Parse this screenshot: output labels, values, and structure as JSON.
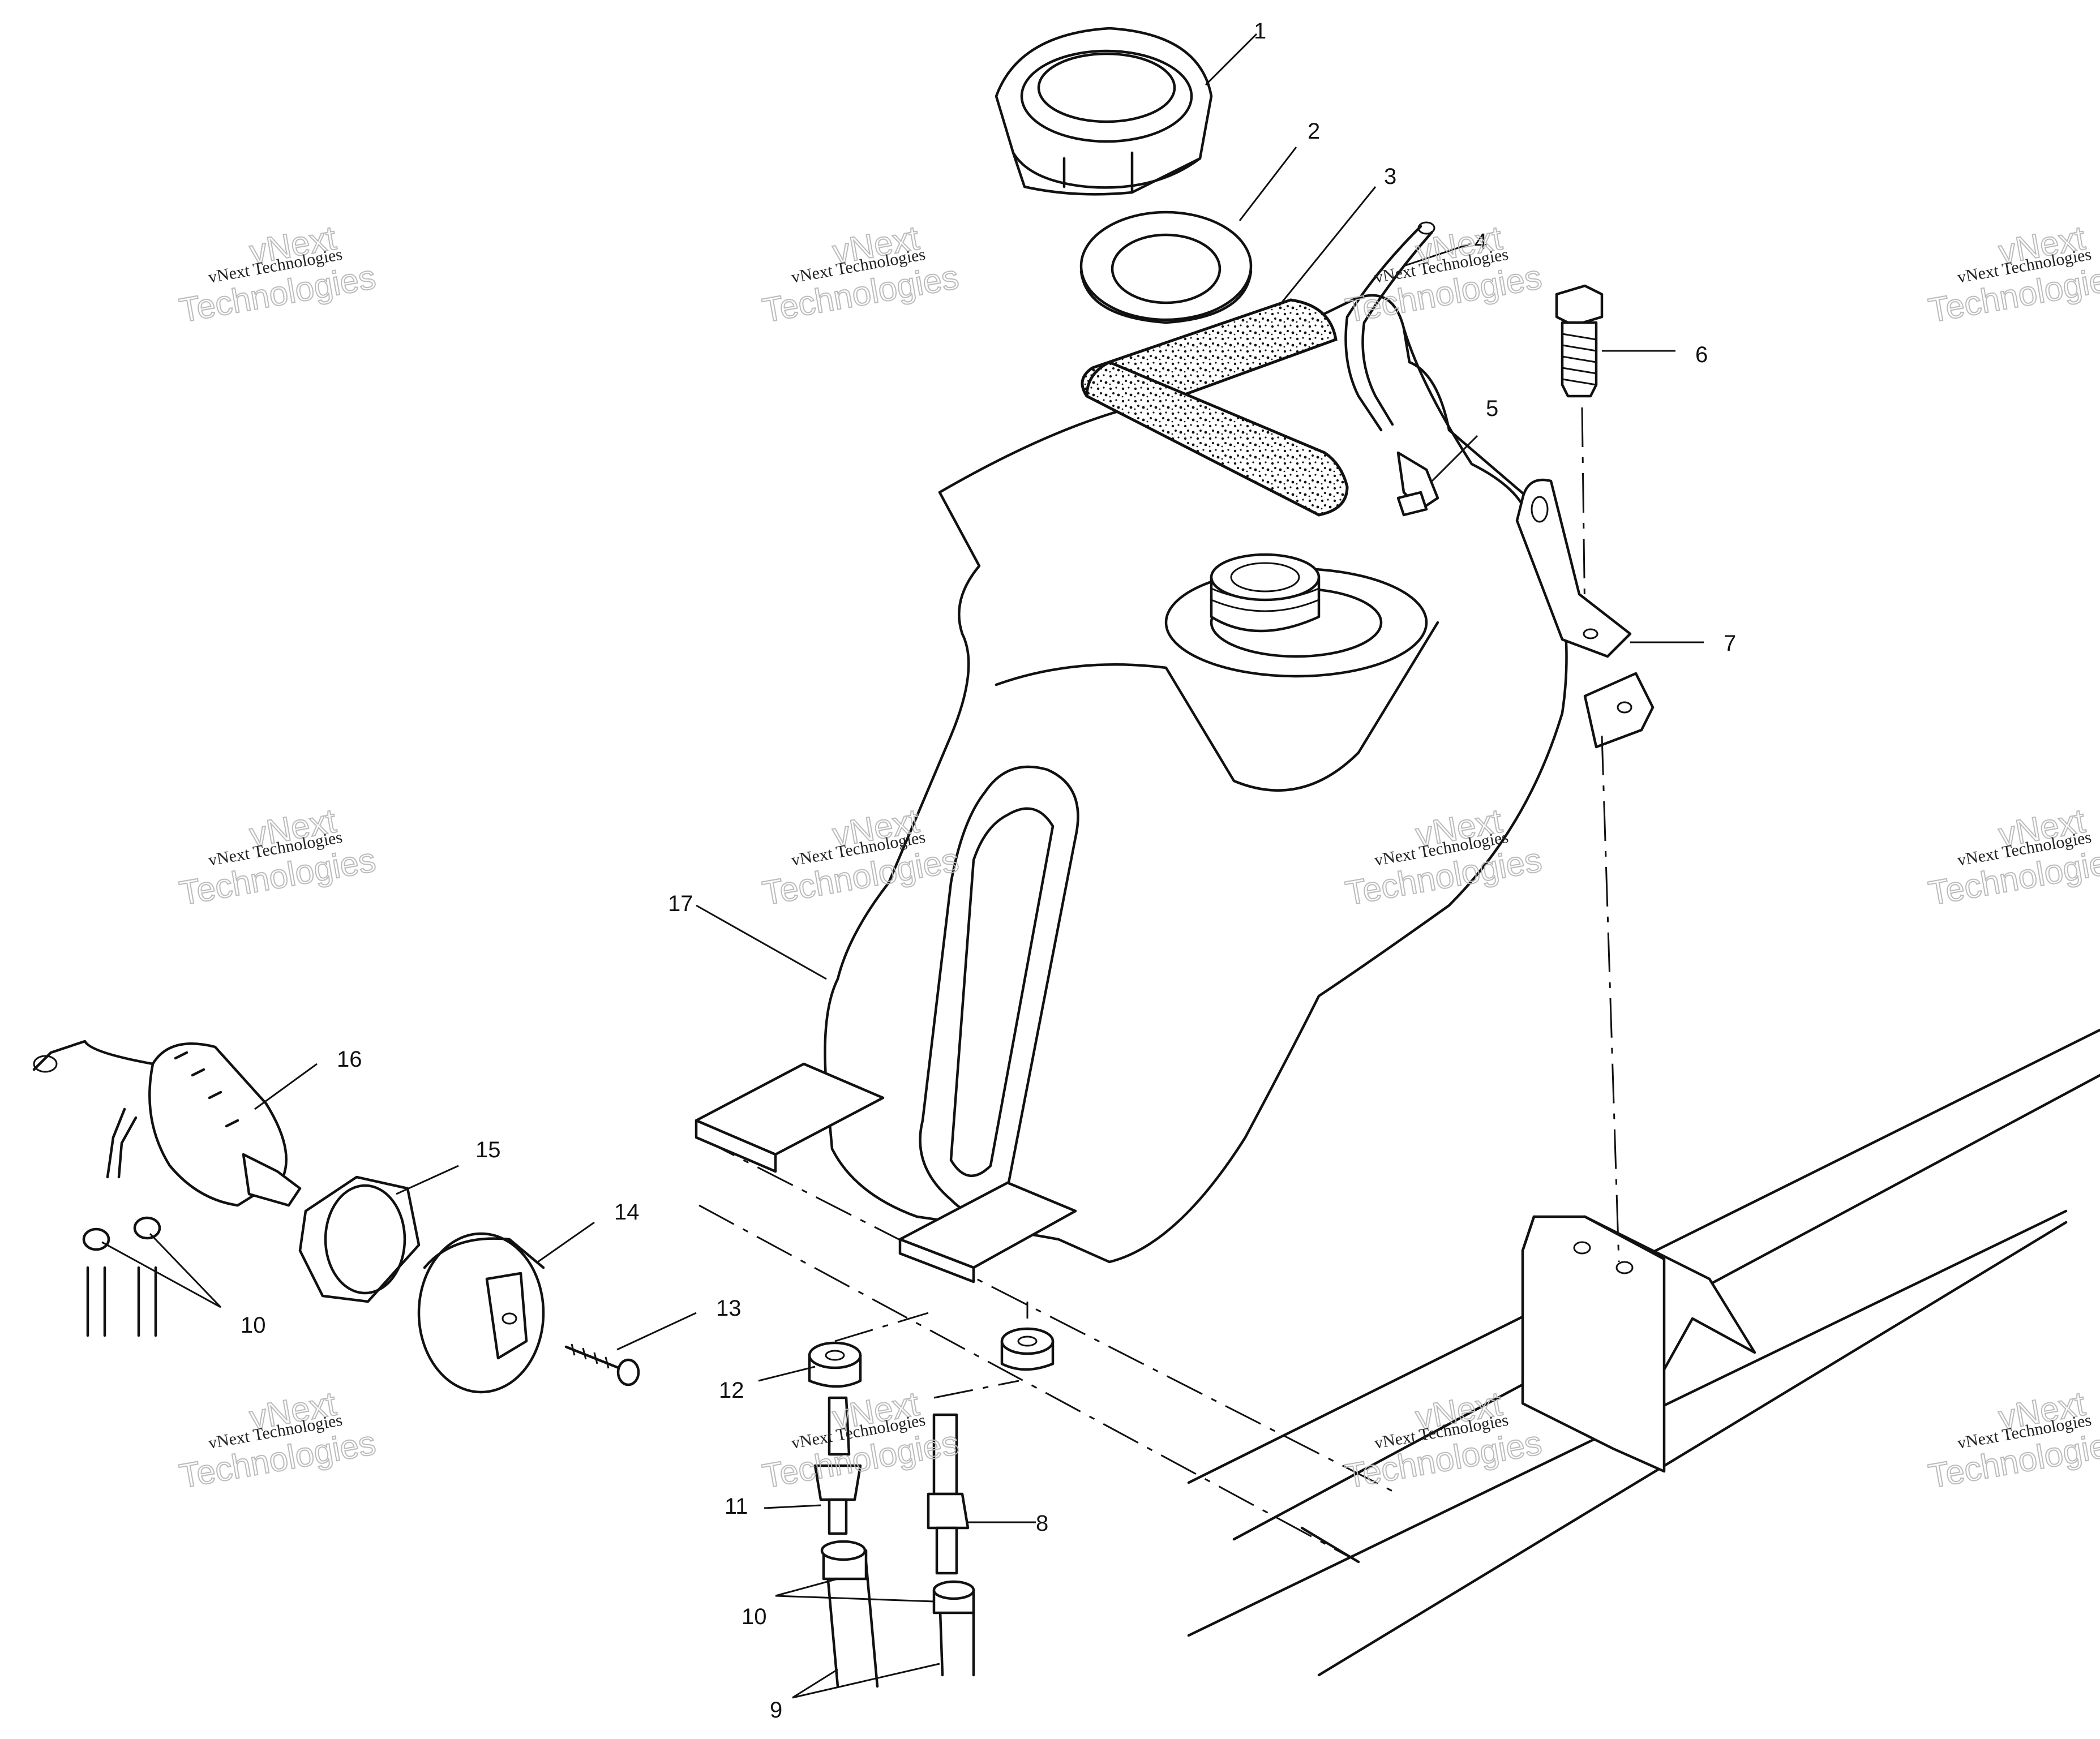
{
  "callouts": [
    {
      "id": "1",
      "text": "1"
    },
    {
      "id": "2",
      "text": "2"
    },
    {
      "id": "3",
      "text": "3"
    },
    {
      "id": "4",
      "text": "4"
    },
    {
      "id": "5",
      "text": "5"
    },
    {
      "id": "6",
      "text": "6"
    },
    {
      "id": "7",
      "text": "7"
    },
    {
      "id": "8",
      "text": "8"
    },
    {
      "id": "9",
      "text": "9"
    },
    {
      "id": "10a",
      "text": "10"
    },
    {
      "id": "10b",
      "text": "10"
    },
    {
      "id": "11",
      "text": "11"
    },
    {
      "id": "12",
      "text": "12"
    },
    {
      "id": "13",
      "text": "13"
    },
    {
      "id": "14",
      "text": "14"
    },
    {
      "id": "15",
      "text": "15"
    },
    {
      "id": "16",
      "text": "16"
    },
    {
      "id": "17",
      "text": "17"
    }
  ],
  "watermark": {
    "line1": "vNext Technologies",
    "line2": "vNext",
    "line3": "Technologies"
  }
}
